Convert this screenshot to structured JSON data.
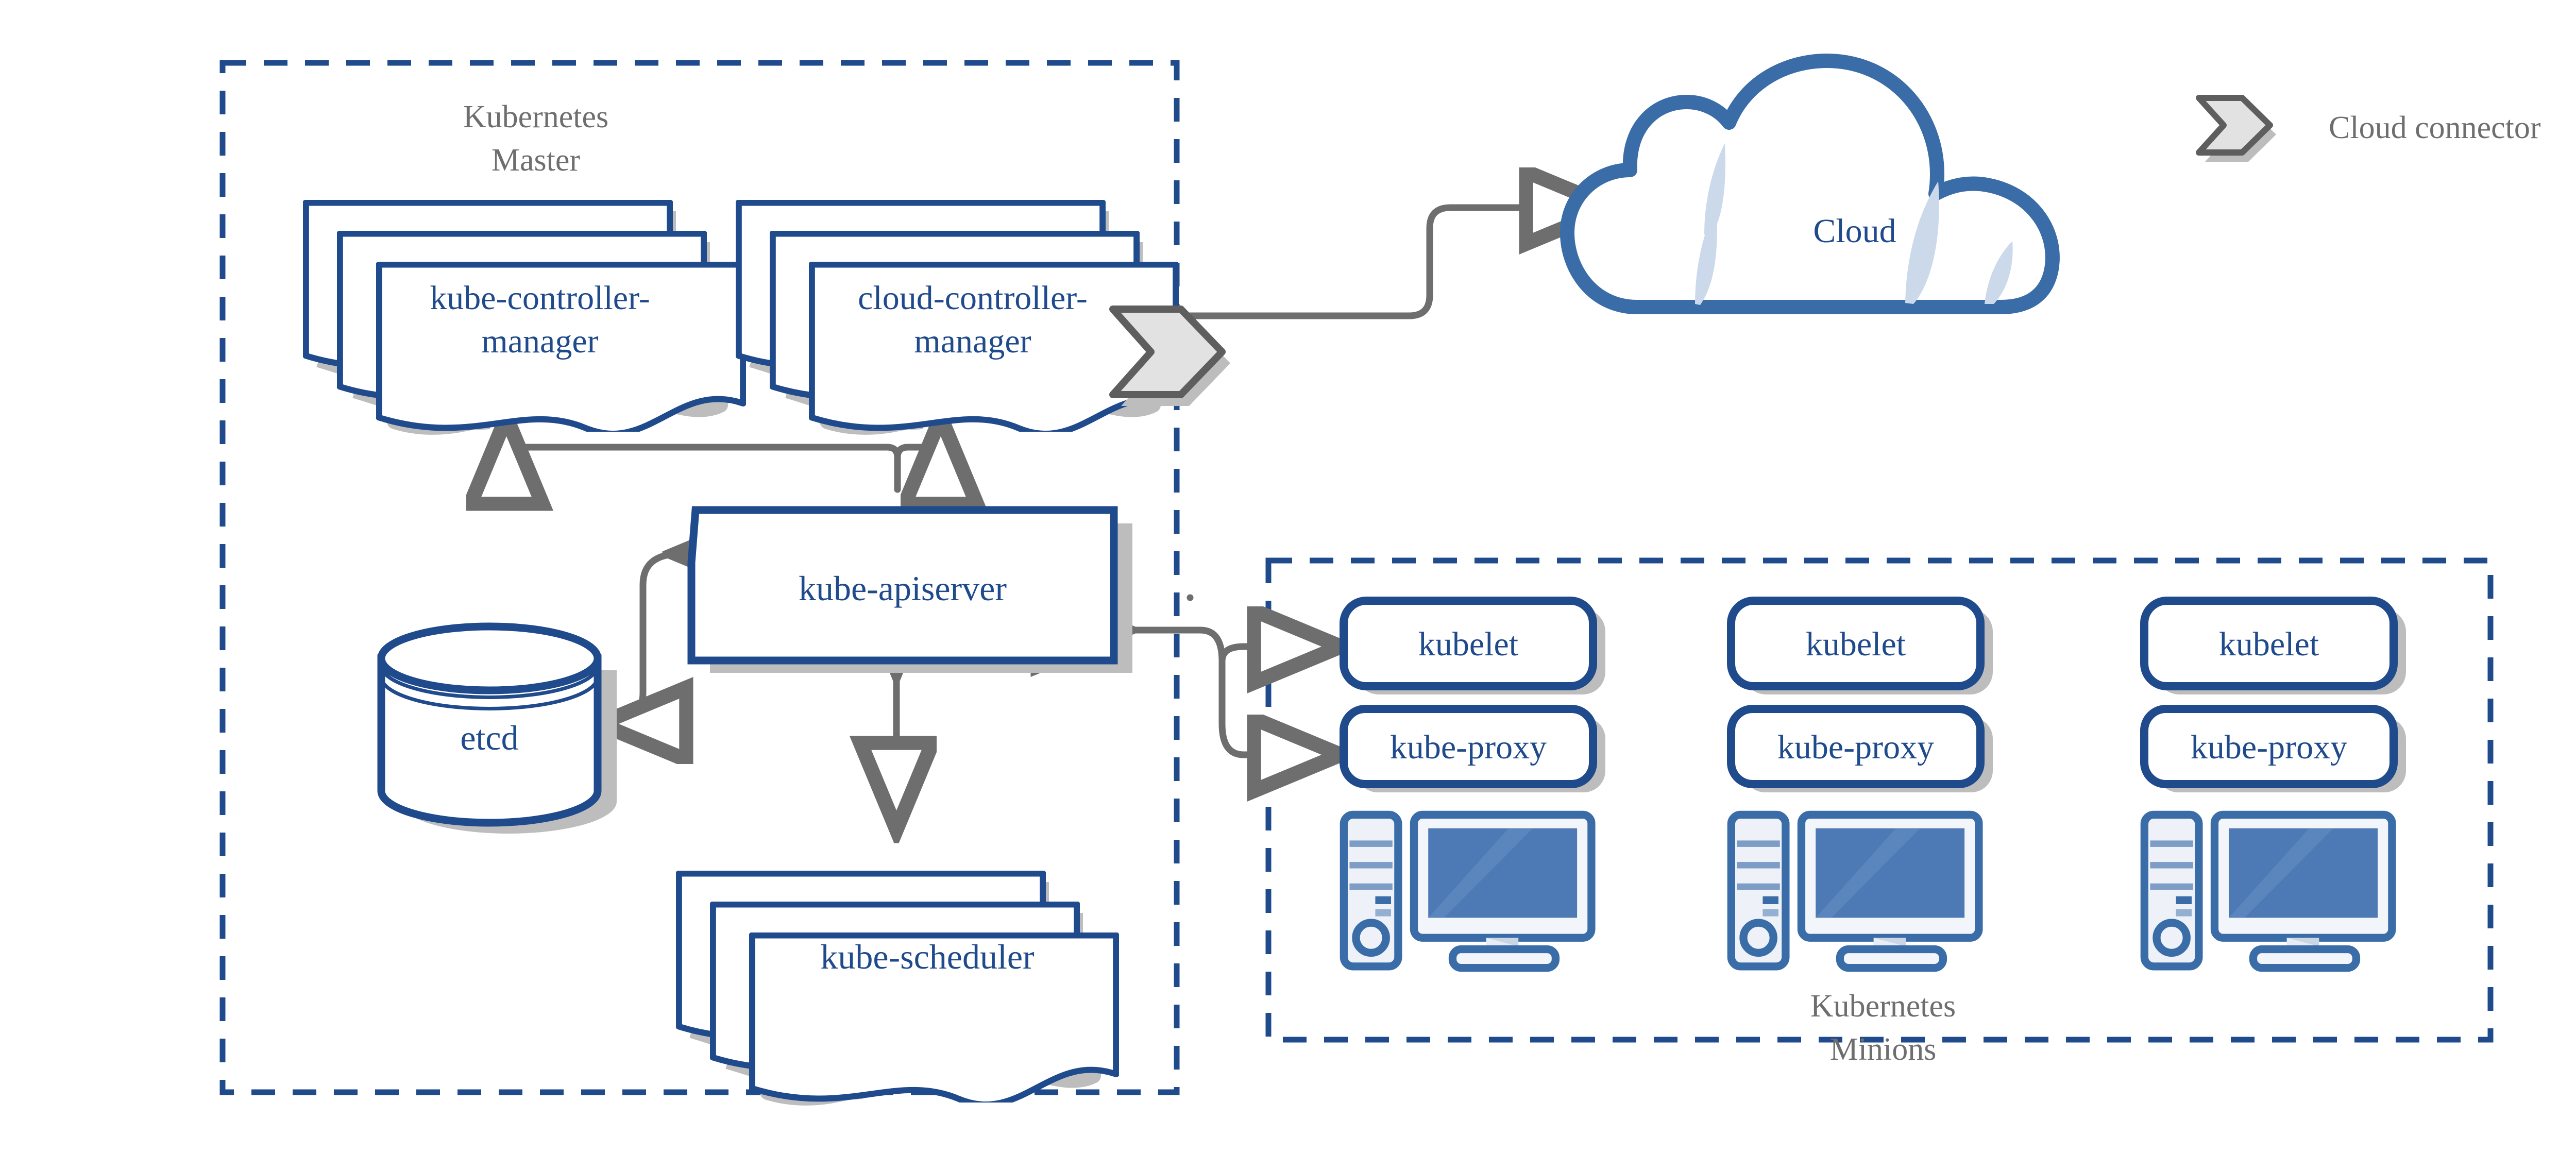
{
  "diagram": {
    "title": "Kubernetes cluster architecture",
    "colors": {
      "node_border": "#1F4A8C",
      "node_text": "#1F4A8C",
      "cloud_stroke": "#3A6CA8",
      "cloud_accent": "#CBD9EB",
      "dashed_box": "#1F4A8C",
      "connector": "#6E6E6E",
      "shadow": "#BDBDBD",
      "group_label_text": "#6E6E6E",
      "legend_fill": "#E2E2E2",
      "legend_stroke": "#5E5E5E",
      "screen_fill": "#4D79B4",
      "tower_fill": "#EEF2F8",
      "background": "#FFFFFF"
    },
    "groups": [
      {
        "id": "master",
        "label_line1": "Kubernetes",
        "label_line2": "Master",
        "style": "dashed"
      },
      {
        "id": "minions",
        "label_line1": "Kubernetes",
        "label_line2": "Minions",
        "style": "dashed"
      }
    ],
    "master_components": [
      {
        "id": "kube-controller-manager",
        "label_line1": "kube-controller-",
        "label_line2": "manager",
        "shape": "document-stack"
      },
      {
        "id": "cloud-controller-manager",
        "label_line1": "cloud-controller-",
        "label_line2": "manager",
        "shape": "document-stack"
      },
      {
        "id": "kube-apiserver",
        "label": "kube-apiserver",
        "shape": "beveled-rect"
      },
      {
        "id": "etcd",
        "label": "etcd",
        "shape": "cylinder"
      },
      {
        "id": "kube-scheduler",
        "label": "kube-scheduler",
        "shape": "document-stack"
      }
    ],
    "cloud": {
      "id": "cloud",
      "label": "Cloud",
      "shape": "cloud"
    },
    "legend": {
      "icon": "cloud-connector-chevron",
      "label": "Cloud connector"
    },
    "nodes": [
      {
        "id": "minion-1",
        "kubelet_label": "kubelet",
        "proxy_label": "kube-proxy",
        "icon": "desktop-computer"
      },
      {
        "id": "minion-2",
        "kubelet_label": "kubelet",
        "proxy_label": "kube-proxy",
        "icon": "desktop-computer"
      },
      {
        "id": "minion-3",
        "kubelet_label": "kubelet",
        "proxy_label": "kube-proxy",
        "icon": "desktop-computer"
      }
    ],
    "connectors": [
      {
        "from": "kube-apiserver",
        "to": "kube-controller-manager",
        "direction": "one-way"
      },
      {
        "from": "kube-apiserver",
        "to": "cloud-controller-manager",
        "direction": "one-way"
      },
      {
        "from": "kube-apiserver",
        "to": "etcd",
        "direction": "two-way"
      },
      {
        "from": "kube-apiserver",
        "to": "kube-scheduler",
        "direction": "two-way"
      },
      {
        "from": "kube-apiserver",
        "to": "minion-kubelets",
        "direction": "two-way"
      },
      {
        "from": "cloud-controller-manager",
        "to": "cloud",
        "direction": "one-way"
      }
    ]
  }
}
